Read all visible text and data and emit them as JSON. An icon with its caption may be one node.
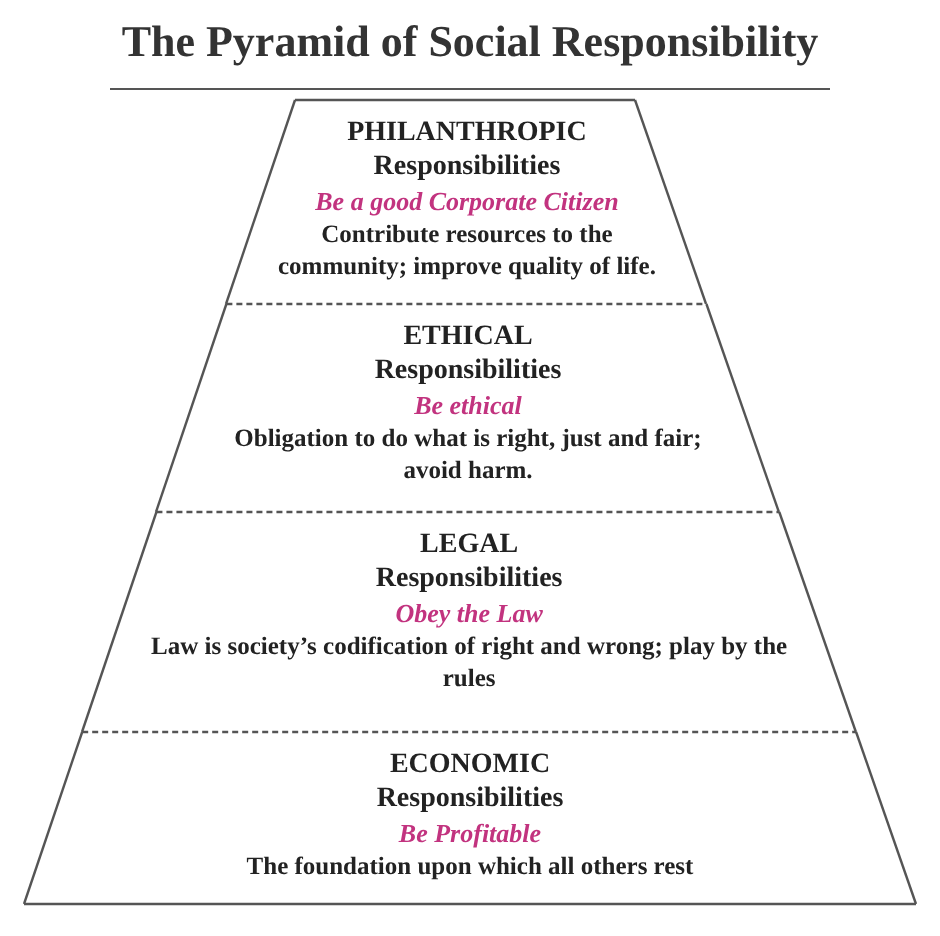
{
  "diagram": {
    "title": "The Pyramid of Social Responsibility",
    "nodes": [
      {
        "text": [
          "PHILANTHROPIC Responsibilities",
          "Be a good Corporate Citizen",
          "Contribute resources to the community; improve quality of life."
        ]
      },
      {
        "text": [
          "ETHICAL Responsibilities",
          "Be ethical",
          "Obligation to do what is right, just and fair; avoid harm."
        ]
      },
      {
        "text": [
          "LEGAL Responsibilities",
          "Obey the Law",
          "Law is society’s codification of right and wrong; play by the rules"
        ]
      },
      {
        "text": [
          "ECONOMIC Responsibilities",
          "Be Profitable",
          "The foundation upon which all others rest"
        ]
      }
    ],
    "edges": []
  }
}
